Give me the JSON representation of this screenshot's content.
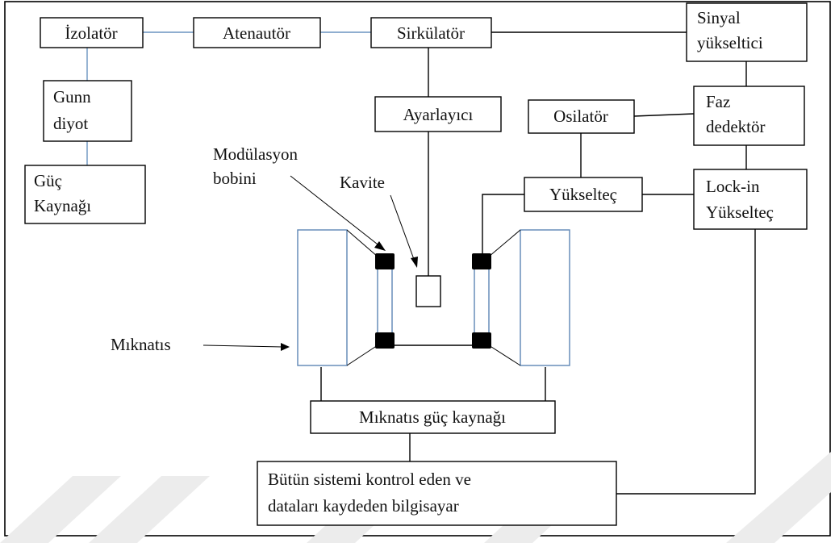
{
  "blocks": {
    "izolator": "İzolatör",
    "atenautor": "Atenautör",
    "sirkulator": "Sirkülatör",
    "sinyal_yukseltici": [
      "Sinyal",
      "yükseltici"
    ],
    "gunn_diyot": [
      "Gunn",
      "diyot"
    ],
    "guc_kaynagi": [
      "Güç",
      "Kaynağı"
    ],
    "ayarlayici": "Ayarlayıcı",
    "osilator": "Osilatör",
    "faz_dedektor": [
      "Faz",
      "dedektör"
    ],
    "yukseltec": "Yükselteç",
    "lockin_yukseltec": [
      "Lock-in",
      "Yükselteç"
    ],
    "miknatis_guc_kaynagi": "Mıknatıs güç kaynağı",
    "bilgisayar": [
      "Bütün sistemi kontrol eden ve",
      "dataları kaydeden bilgisayar"
    ]
  },
  "labels": {
    "modulasyon_bobini": [
      "Modülasyon",
      "bobini"
    ],
    "kavite": "Kavite",
    "miknatis": "Mıknatıs"
  }
}
